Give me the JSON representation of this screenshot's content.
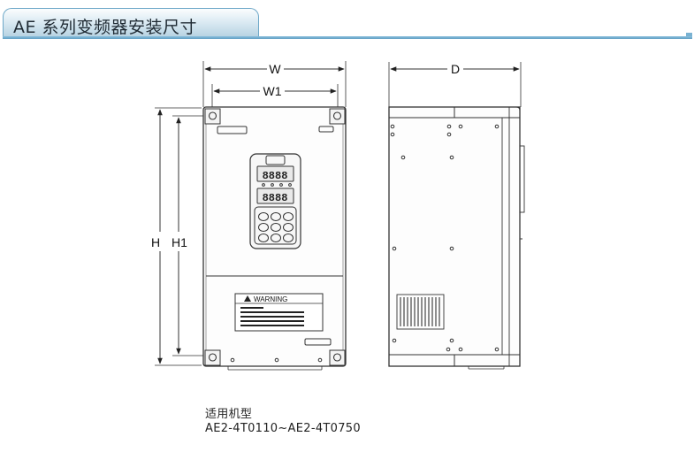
{
  "header": {
    "title": "AE 系列变频器安装尺寸"
  },
  "front_view": {
    "dim_width": "W",
    "dim_width_inner": "W1",
    "dim_height": "H",
    "dim_height_inner": "H1",
    "warning_label": "WARNING",
    "display_digits": "8888"
  },
  "side_view": {
    "dim_depth": "D"
  },
  "caption": {
    "line1": "适用机型",
    "line2": "AE2-4T0110~AE2-4T0750"
  }
}
